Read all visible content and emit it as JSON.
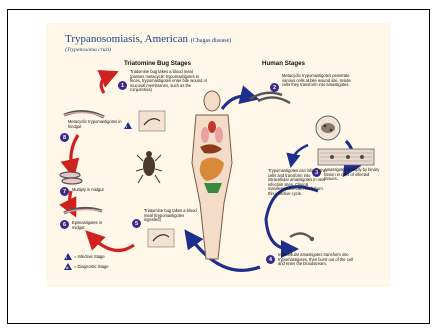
{
  "title": "Trypanosomiasis, American",
  "title_sub": "(Chagas disease)",
  "species": "(Trypanosoma cruzi)",
  "headers": {
    "triatomine": "Triatomine Bug Stages",
    "human": "Human Stages"
  },
  "steps": [
    {
      "num": "1",
      "text": "Triatomine bug takes a blood meal (passes metacyclic trypomastigotes in feces, trypomastigotes enter bite wound or mucosal membranes, such as the conjunctiva)"
    },
    {
      "num": "2",
      "text": "Metacyclic trypomastigotes penetrate various cells at bite wound site. Inside cells they transform into amastigotes."
    },
    {
      "num": "3",
      "text": "Amastigotes multiply by binary fission in cells of infected tissues."
    },
    {
      "num": "4",
      "text": "Intracellular amastigotes transform into trypomastigotes, then burst out of the cell and enter the bloodstream."
    },
    {
      "num": "5",
      "text": "Triatomine bug takes a blood meal (trypomastigotes ingested)"
    },
    {
      "num": "6",
      "text": "Epimastigotes in midgut"
    },
    {
      "num": "7",
      "text": "Multiply in midgut"
    },
    {
      "num": "8",
      "text": "Metacyclic trypomastigotes in hindgut"
    }
  ],
  "infective_note": "Trypomastigotes can infect other cells and transform into intracellular amastigotes in new infection sites. Clinical manifestations can result from this infective cycle.",
  "legend": {
    "infective_letter": "i",
    "infective_label": "= Infective Stage",
    "diagnostic_letter": "d",
    "diagnostic_label": "= Diagnostic Stage"
  },
  "colors": {
    "red_arrow": "#d02020",
    "blue_arrow": "#1d2e8c",
    "badge": "#3b2a86",
    "title": "#1c3f8a",
    "poster_bg": "#fff8e9"
  }
}
